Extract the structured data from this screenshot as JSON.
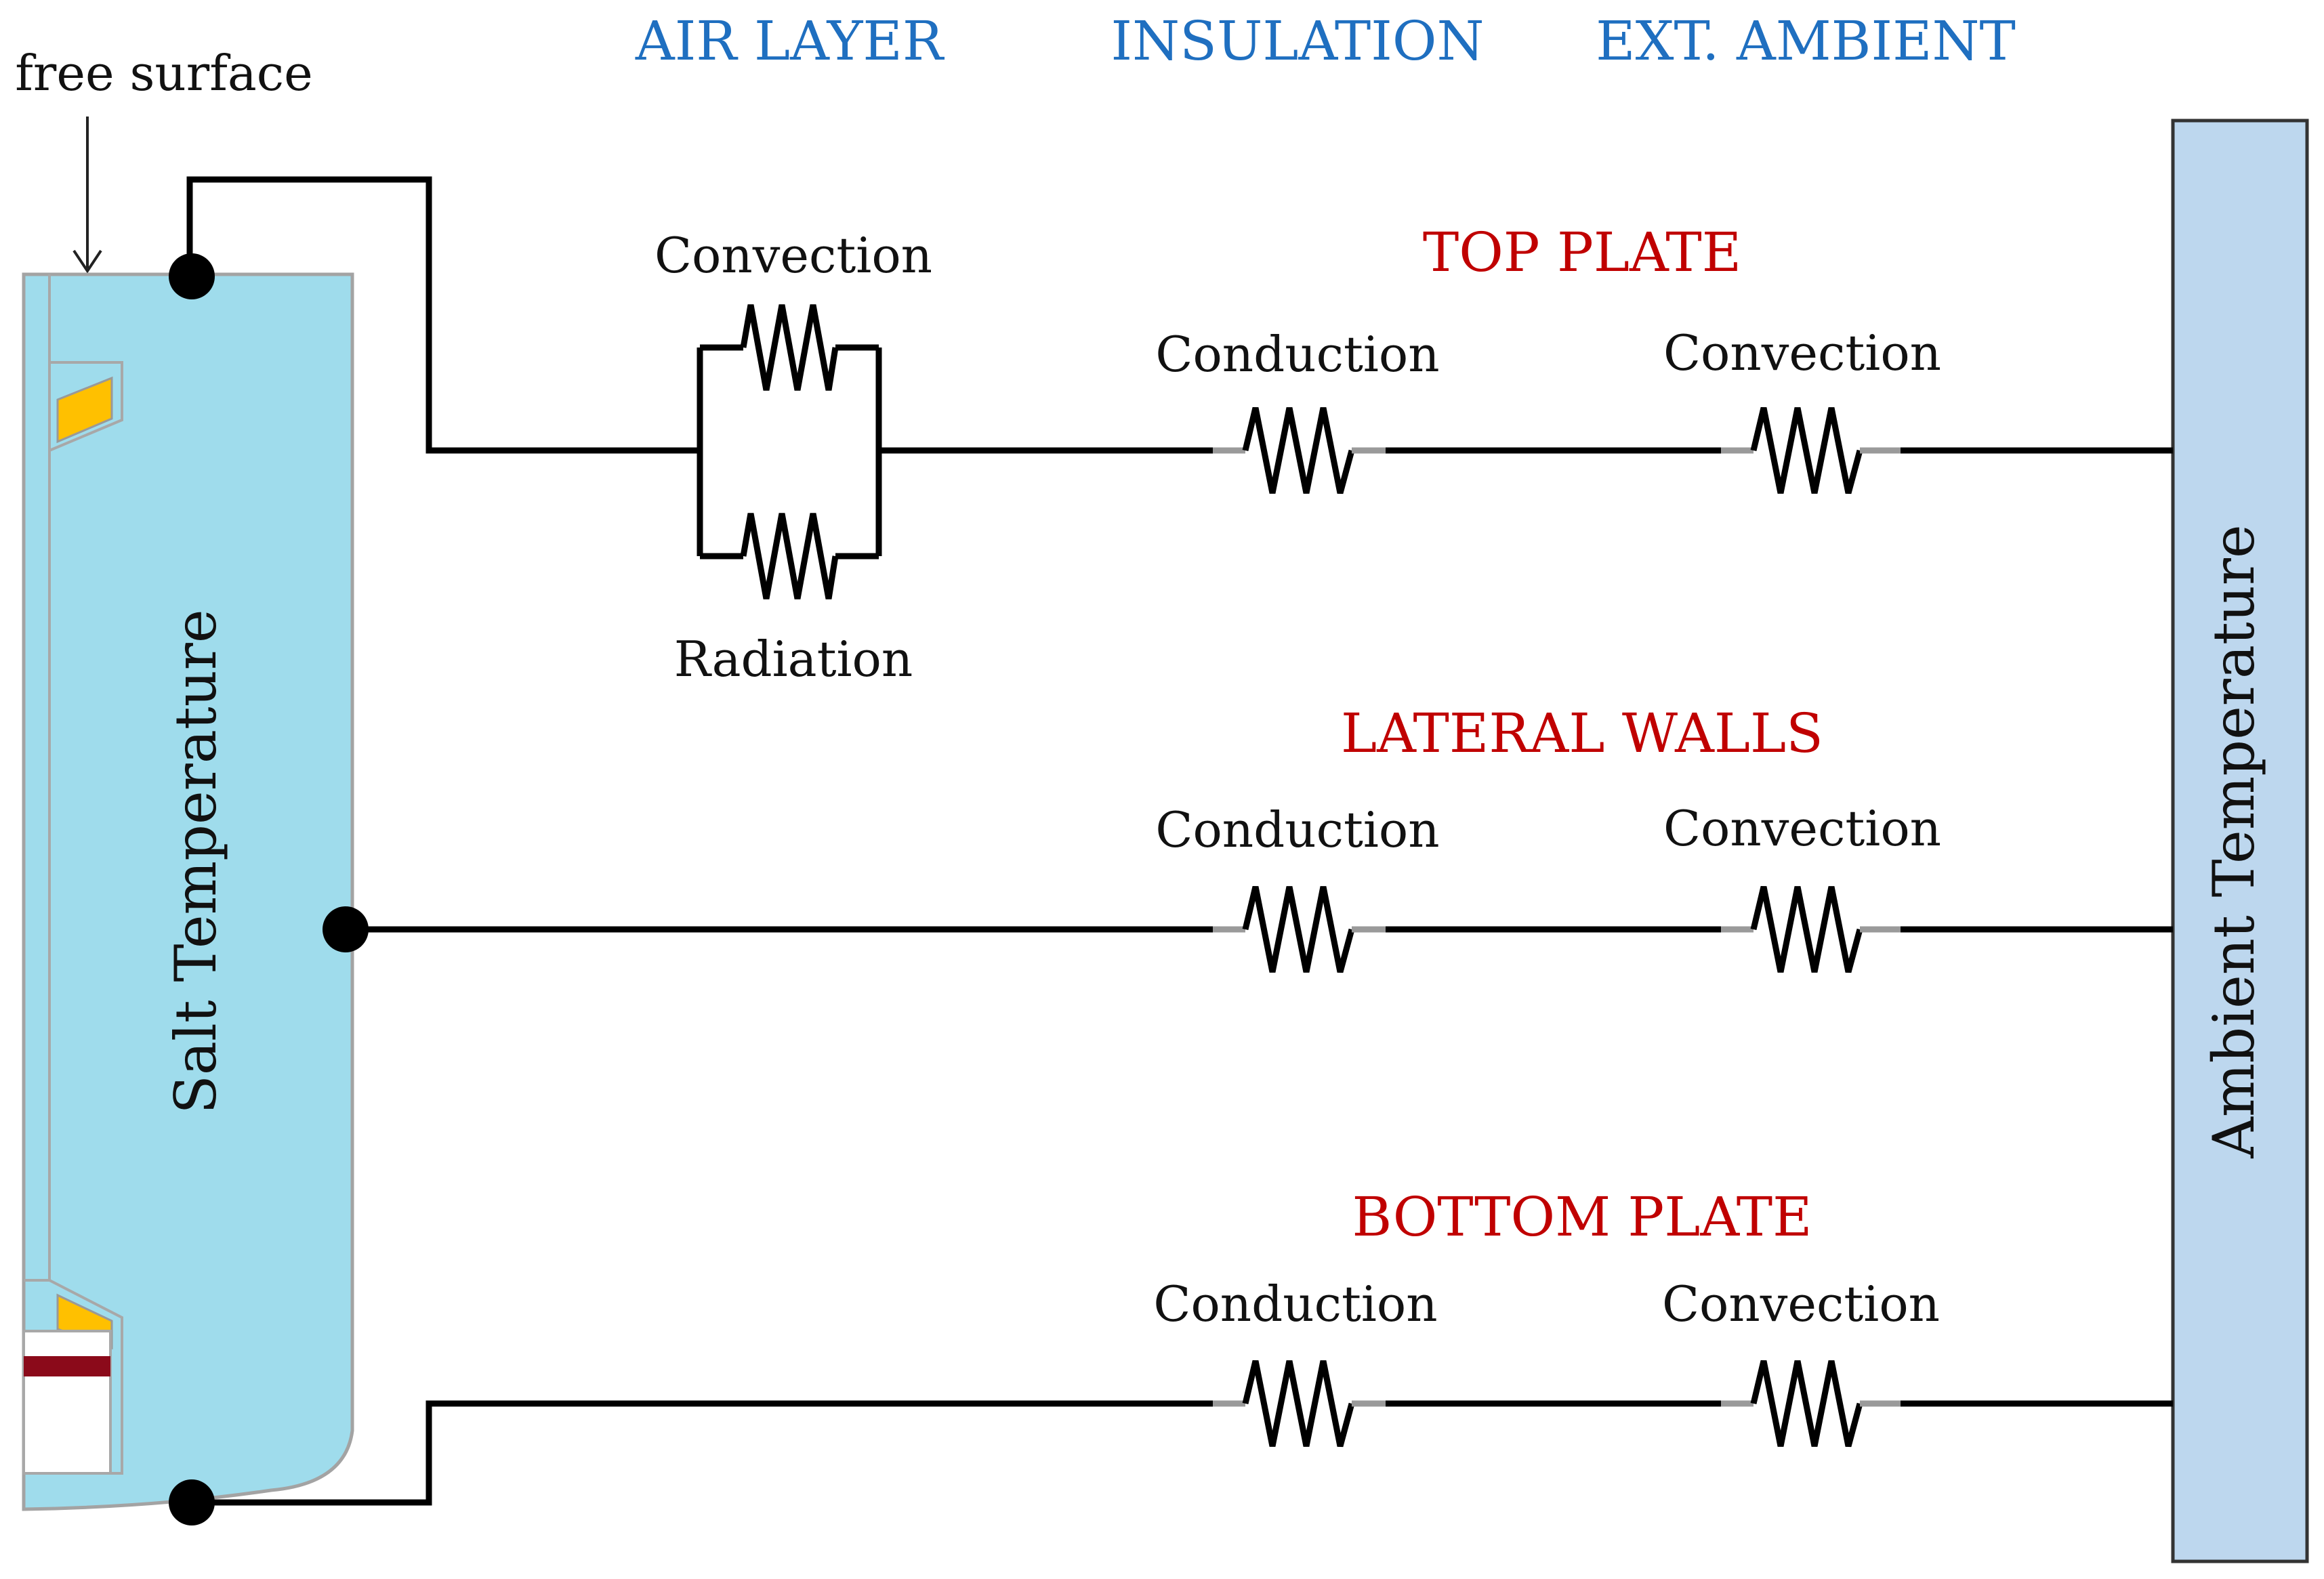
{
  "header": {
    "col_air": "AIR LAYER",
    "col_insulation": "INSULATION",
    "col_ambient": "EXT. AMBIENT"
  },
  "annotation": {
    "free_surface": "free surface"
  },
  "nodes": {
    "salt": "Salt Temperature",
    "ambient": "Ambient Temperature"
  },
  "branches": {
    "top": {
      "title": "TOP PLATE",
      "air_convection": "Convection",
      "air_radiation": "Radiation",
      "conduction": "Conduction",
      "convection": "Convection"
    },
    "lateral": {
      "title": "LATERAL WALLS",
      "conduction": "Conduction",
      "convection": "Convection"
    },
    "bottom": {
      "title": "BOTTOM PLATE",
      "conduction": "Conduction",
      "convection": "Convection"
    }
  },
  "colors": {
    "salt_fill": "#9fdcec",
    "ambient_fill": "#bdd7ee",
    "section_blue": "#1f6fc0",
    "branch_red": "#c00000",
    "gasket_yellow": "#ffc000",
    "plate_darkred": "#8b0a1a"
  }
}
